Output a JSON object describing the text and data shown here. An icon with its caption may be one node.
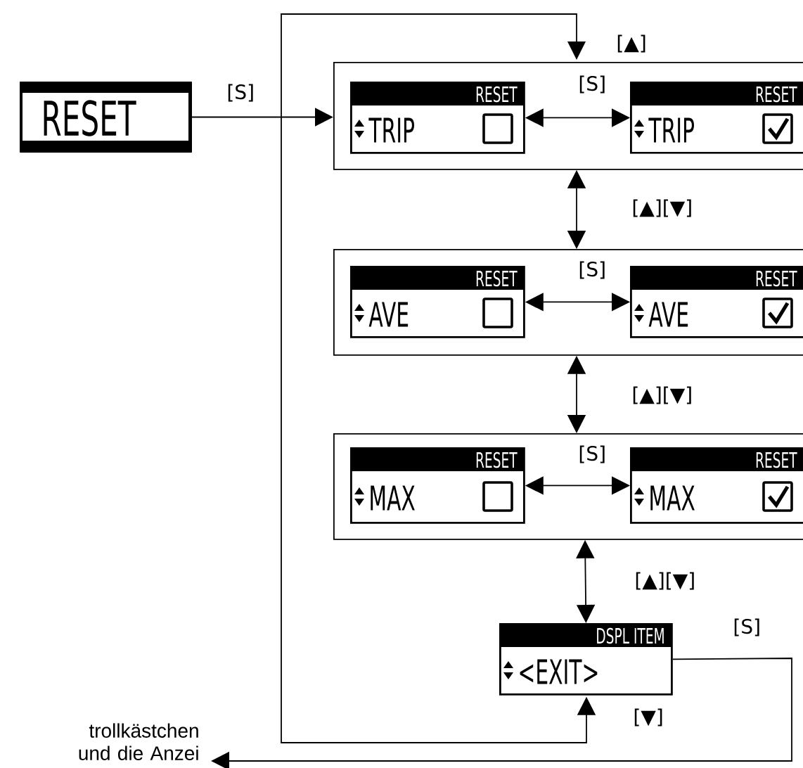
{
  "diagram": {
    "nodes": [
      {
        "text": [
          "RESET"
        ]
      },
      {
        "text": [],
        "shape": "box"
      },
      {
        "text": [
          "RESET",
          "TRIP"
        ],
        "in": 1
      },
      {
        "text": [
          "RESET",
          "TRIP"
        ],
        "in": 1
      },
      {
        "text": [],
        "shape": "box"
      },
      {
        "text": [
          "RESET",
          "AVE"
        ],
        "in": 4
      },
      {
        "text": [
          "RESET",
          "AVE"
        ],
        "in": 4
      },
      {
        "text": [],
        "shape": "box"
      },
      {
        "text": [
          "RESET",
          "MAX"
        ],
        "in": 7
      },
      {
        "text": [
          "RESET",
          "MAX"
        ],
        "in": 7
      },
      {
        "text": [
          "DSPL ITEM",
          "<EXIT>"
        ]
      },
      {
        "text": [
          "trollkästchen und die Anzei"
        ]
      }
    ],
    "edges": [
      {
        "from": 0,
        "to": 1,
        "arrow": "to",
        "label": "[S]"
      },
      {
        "from": 2,
        "to": 3,
        "arrow": "both",
        "label": "[S]"
      },
      {
        "from": 1,
        "to": 4,
        "arrow": "both",
        "label": "[▲][▼]"
      },
      {
        "from": 5,
        "to": 6,
        "arrow": "both",
        "label": "[S]"
      },
      {
        "from": 4,
        "to": 7,
        "arrow": "both",
        "label": "[▲][▼]"
      },
      {
        "from": 8,
        "to": 9,
        "arrow": "both",
        "label": "[S]"
      },
      {
        "from": 7,
        "to": 10,
        "arrow": "both",
        "label": "[▲][▼]"
      },
      {
        "from": 10,
        "to": 1,
        "arrow": "both",
        "label": "[▲]"
      },
      {
        "from": 10,
        "to": 11,
        "arrow": "to",
        "label": "[S]"
      }
    ],
    "labels": [
      "[▼]"
    ]
  }
}
